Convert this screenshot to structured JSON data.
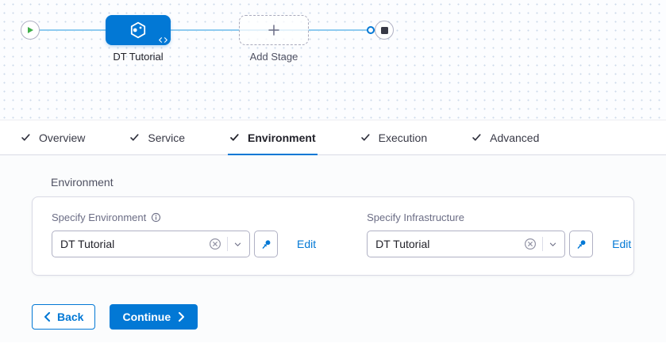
{
  "pipeline": {
    "stage_name": "DT Tutorial",
    "add_stage_label": "Add Stage"
  },
  "tabs": {
    "items": [
      {
        "label": "Overview"
      },
      {
        "label": "Service"
      },
      {
        "label": "Environment"
      },
      {
        "label": "Execution"
      },
      {
        "label": "Advanced"
      }
    ],
    "active_tab": "Environment"
  },
  "panel": {
    "section_title": "Environment",
    "environment": {
      "label": "Specify Environment",
      "value": "DT Tutorial",
      "edit_label": "Edit"
    },
    "infrastructure": {
      "label": "Specify Infrastructure",
      "value": "DT Tutorial",
      "edit_label": "Edit"
    }
  },
  "footer": {
    "back_label": "Back",
    "continue_label": "Continue"
  },
  "colors": {
    "primary": "#0278d5",
    "connector": "#8fcbf0",
    "play_green": "#3fae49",
    "stop_dark": "#383946",
    "border": "#d9dae5"
  }
}
